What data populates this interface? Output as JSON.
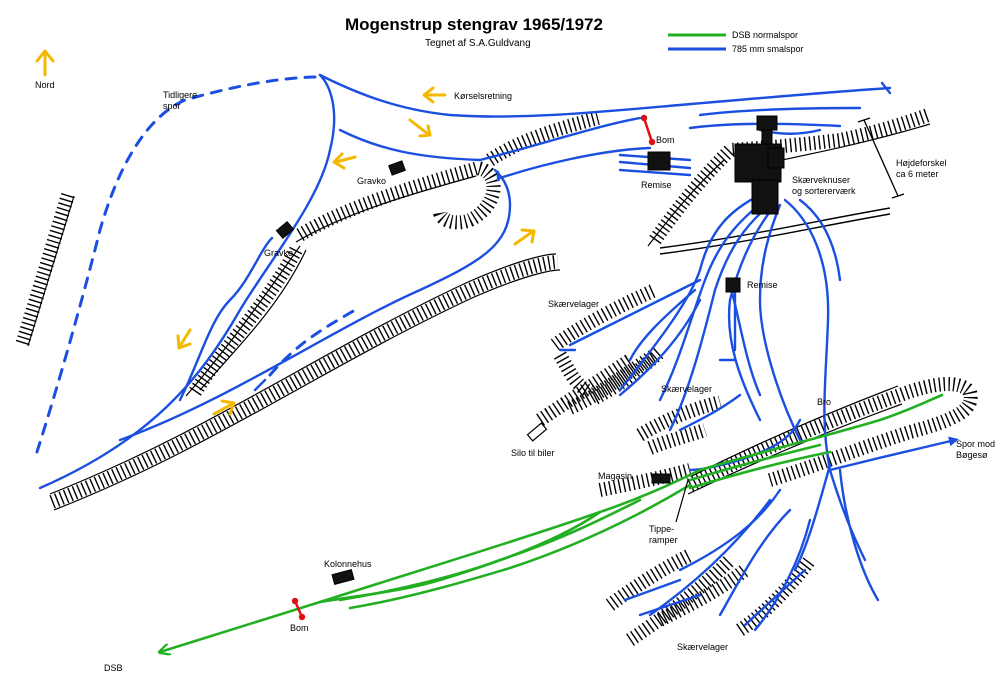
{
  "title": "Mogenstrup stengrav 1965/1972",
  "subtitle": "Tegnet af S.A.Guldvang",
  "legend": {
    "dsb_label": "DSB normalspor",
    "dsb_color": "#22b022",
    "narrow_label": "785 mm smalspor",
    "narrow_color": "#1a4fe0"
  },
  "north_label": "Nord",
  "arrow_color": "#f5b800",
  "gate_color": "#e01010",
  "labels": {
    "tidligere_1": "Tidligere",
    "tidligere_2": "spor",
    "korselsretning": "Kørselsretning",
    "gravko_1": "Gravko",
    "gravko_2": "Gravko",
    "bom_1": "Bom",
    "remise_1": "Remise",
    "skaerveknuser_1": "Skærveknuser",
    "skaerveknuser_2": "og sortererværk",
    "hojdeforskel_1": "Højdeforskel",
    "hojdeforskel_2": "ca 6 meter",
    "remise_2": "Remise",
    "skaervelager_1": "Skærvelager",
    "skaervelager_2": "Skærvelager",
    "skaervelager_3": "Skærvelager",
    "silo": "Silo til biler",
    "bro": "Bro",
    "spor_mod_1": "Spor mod",
    "spor_mod_2": "Bøgesø",
    "magasin": "Magasin",
    "tippe_1": "Tippe-",
    "tippe_2": "ramper",
    "kolonnehus": "Kolonnehus",
    "bom_2": "Bom",
    "dsb": "DSB"
  }
}
